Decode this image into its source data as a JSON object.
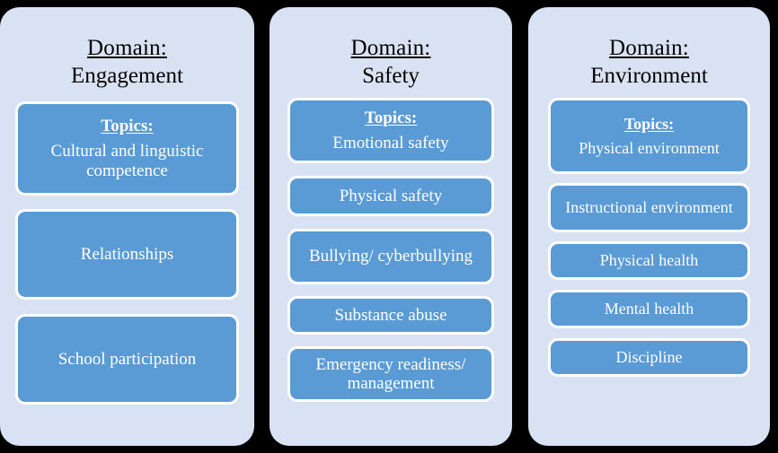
{
  "diagram": {
    "title_prefix": "Domain:",
    "topics_label": "Topics:",
    "background_color": "#000000",
    "card_color": "#D9E2F3",
    "box_color": "#5B9BD5",
    "box_border_color": "#FFFFFF",
    "box_text_color": "#FFFFFF",
    "header_text_color": "#000000"
  },
  "columns": [
    {
      "domain_label": "Domain:",
      "domain_name": "Engagement",
      "topics_label": "Topics:",
      "topics": [
        "Cultural and linguistic competence",
        "Relationships",
        "School participation"
      ]
    },
    {
      "domain_label": "Domain:",
      "domain_name": "Safety",
      "topics_label": "Topics:",
      "topics": [
        "Emotional safety",
        "Physical safety",
        "Bullying/ cyberbullying",
        "Substance abuse",
        "Emergency readiness/ management"
      ]
    },
    {
      "domain_label": "Domain:",
      "domain_name": "Environment",
      "topics_label": "Topics:",
      "topics": [
        "Physical environment",
        "Instructional environment",
        "Physical health",
        "Mental health",
        "Discipline"
      ]
    }
  ]
}
